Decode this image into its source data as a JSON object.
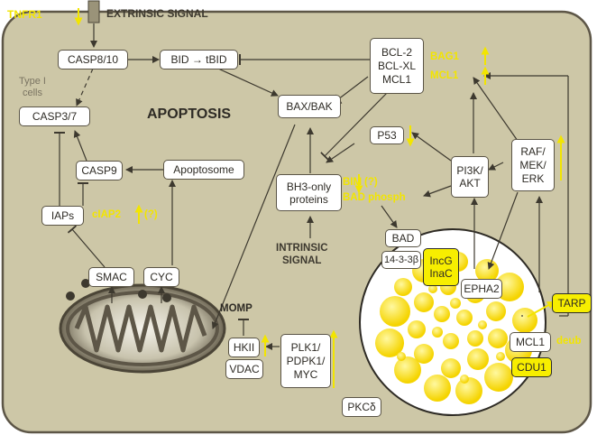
{
  "signals": {
    "tnfr1": "TNFR1",
    "extrinsic": "EXTRINSIC SIGNAL",
    "intrinsic_line1": "INTRINSIC",
    "intrinsic_line2": "SIGNAL"
  },
  "nodes": {
    "casp810": "CASP8/10",
    "bid": "BID → tBID",
    "bcl2": "BCL-2",
    "bclxl": "BCL-XL",
    "mcl1_top": "MCL1",
    "type1_line1": "Type I",
    "type1_line2": "cells",
    "casp37": "CASP3/7",
    "apoptosis": "APOPTOSIS",
    "baxbak": "BAX/BAK",
    "p53": "P53",
    "casp9": "CASP9",
    "apoptosome": "Apoptosome",
    "bh3_line1": "BH3-only",
    "bh3_line2": "proteins",
    "pi3k_line1": "PI3K/",
    "pi3k_line2": "AKT",
    "raf_line1": "RAF/",
    "raf_line2": "MEK/",
    "raf_line3": "ERK",
    "iaps": "IAPs",
    "bad": "BAD",
    "b1433": "14-3-3β",
    "incg_line1": "IncG",
    "incg_line2": "InaC",
    "smac": "SMAC",
    "cyc": "CYC",
    "epha2": "EPHA2",
    "momp": "MOMP",
    "tarp": "TARP",
    "hkii": "HKII",
    "plk_line1": "PLK1/",
    "plk_line2": "PDPK1/",
    "plk_line3": "MYC",
    "mcl1_bottom": "MCL1",
    "vdac": "VDAC",
    "cdu1": "CDU1",
    "pkcd": "PKCδ"
  },
  "annotations": {
    "bag1": "BAG1",
    "mcl1": "MCL1",
    "ciap2": "cIAP2",
    "ciap2_q": "(?)",
    "bim": "BIM",
    "bim_q": "(?)",
    "bad_phosph": "BAD phosph",
    "deub": "deub"
  },
  "colors": {
    "cell_fill": "#cdc7a7",
    "cell_border": "#5d5647",
    "highlight": "#f2e500",
    "ink": "#3d392f"
  }
}
